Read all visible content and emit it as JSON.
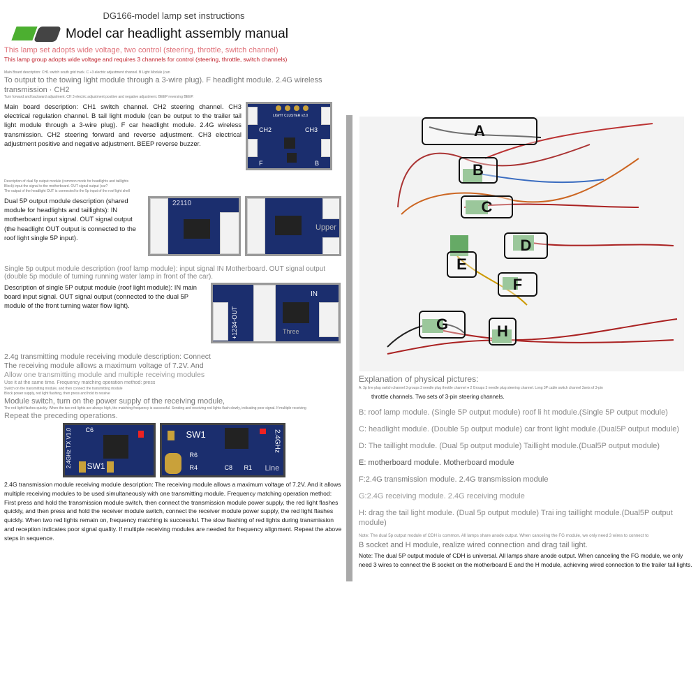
{
  "header": {
    "subtitle": "DG166-model lamp set instructions",
    "title": "Model car headlight assembly manual",
    "red_line_1": "This lamp set adopts wide voltage, two control (steering, throttle, switch channel)",
    "red_line_2": "This lamp group adopts wide voltage and requires 3 channels for control (steering, throttle, switch channels)"
  },
  "main_board": {
    "tiny_1": "Main Board description: CH1 switch south grid track. C +3 electric adjustment channel. B Light Module (can",
    "gray_line": "To output to the towing light module through a 3-wire plug). F headlight module. 2.4G wireless transmission · CH2",
    "tiny_2": "Turn forward and backward adjustment. CH 3 electric adjustment positive and negative adjustment. BEEP reversing BEEP.",
    "description": "Main board description: CH1 switch channel. CH2 steering channel. CH3 electrical regulation channel. B tail light module (can be output to the trailer tail light module through a 3-wire plug). F car headlight module. 2.4G wireless transmission. CH2 steering forward and reverse adjustment. CH3 electrical adjustment positive and negative adjustment. BEEP reverse buzzer.",
    "board_labels": [
      "LIGHT CLUSTER v2.0",
      "CH2",
      "CH3",
      "F",
      "B"
    ]
  },
  "dual": {
    "tiny_1": "Description of dual 5p output module (common mode for headlights and taillights",
    "tiny_2": "Block) input the signal to the motherboard. OUT signal output (car?",
    "tiny_3": "The output of the headlight OUT is connected to the 5p input of the roof light shell",
    "description": "Dual 5P output module description (shared module for headlights and taillights): IN motherboard input signal. OUT signal output (the headlight OUT output is connected to the roof light single 5P input).",
    "board_code": "22110",
    "upper": "Upper"
  },
  "single": {
    "gray": "Single 5p output module description (roof lamp module): input signal IN Motherboard. OUT signal output (double 5p module of turning running water lamp in front of the car).",
    "description": "Description of single 5P output module (roof light module): IN main board input signal. OUT signal output (connected to the dual 5P module of the front turning water flow light).",
    "board_labels": [
      "+1234-OUT",
      "IN",
      "Three"
    ]
  },
  "rf": {
    "gray_1": "2.4g transmitting module receiving module description: Connect",
    "gray_2": "The receiving module allows a maximum voltage of 7.2V. And",
    "gray_3": "Allow one transmitting module and multiple receiving modules",
    "small_1": "Use it at the same time. Frequency matching operation method: press",
    "tiny_1": "Switch on the transmitting module, and then connect the transmitting module",
    "tiny_2": "Block power supply, red light flashing, then press and hold to receive",
    "gray_4": "Module switch, turn on the power supply of the receiving module,",
    "tiny_3": "The red light flashes quickly. When the two red lights are always high, the matching frequency is successful. Sending and receiving red lights flash slowly, indicating poor signal. If multiple receiving",
    "gray_5": "Repeat the preceding operations.",
    "description": "2.4G transmission module receiving module description: The receiving module allows a maximum voltage of 7.2V. And it allows multiple receiving modules to be used simultaneously with one transmitting module. Frequency matching operation method: First press and hold the transmission module switch, then connect the transmission module power supply, the red light flashes quickly, and then press and hold the receiver module switch, connect the receiver module power supply, the red light flashes quickly. When two red lights remain on, frequency matching is successful. The slow flashing of red lights during transmission and reception indicates poor signal quality. If multiple receiving modules are needed for frequency alignment. Repeat the above steps in sequence.",
    "board_labels": [
      "2.4GHz TX V1.0",
      "SW1",
      "C6",
      "SW1",
      "2.4GHz",
      "Line",
      "R6",
      "R4",
      "C8",
      "R1"
    ]
  },
  "photo": {
    "labels": [
      "A",
      "B",
      "C",
      "D",
      "E",
      "F",
      "G",
      "H"
    ]
  },
  "explanation": {
    "title": "Explanation of physical pictures:",
    "tiny": "A: 3p line plug switch channel 3 groups 3 needle plug throttle channel ● 2 Groups 3 needle plug steering channel. Long 3P cable switch channel 3sets of 3-pin",
    "line_a": "throttle channels. Two sets of 3-pin steering channels.",
    "items": [
      "B: roof lamp module. (Single 5P output module) roof li ht module.(Single 5P output module)",
      "C: headlight module. (Double 5p output module) car front light module.(Dual5P output module)",
      "D: The taillight module. (Dual 5p output module) Taillight module.(Dual5P output module)",
      "E: motherboard module. Motherboard module",
      "F:2.4G transmission module. 2.4G transmission module",
      "G:2.4G receiving module. 2.4G receiving module",
      "H: drag the tail light module. (Dual 5p output module) Trai ing taillight module.(Dual5P output module)"
    ],
    "note_tiny": "Note: The dual 5p output module of CDH is common. All lamps share anode output. When canceling the FG module, we only need 3 wires to connect to",
    "note_gray": "B socket and H module, realize wired connection and drag tail light.",
    "note": "Note: The dual 5P output module of CDH is universal. All lamps share anode output. When canceling the FG module, we only need 3 wires to connect the B socket on the motherboard E and the H module, achieving wired connection to the trailer tail lights."
  }
}
